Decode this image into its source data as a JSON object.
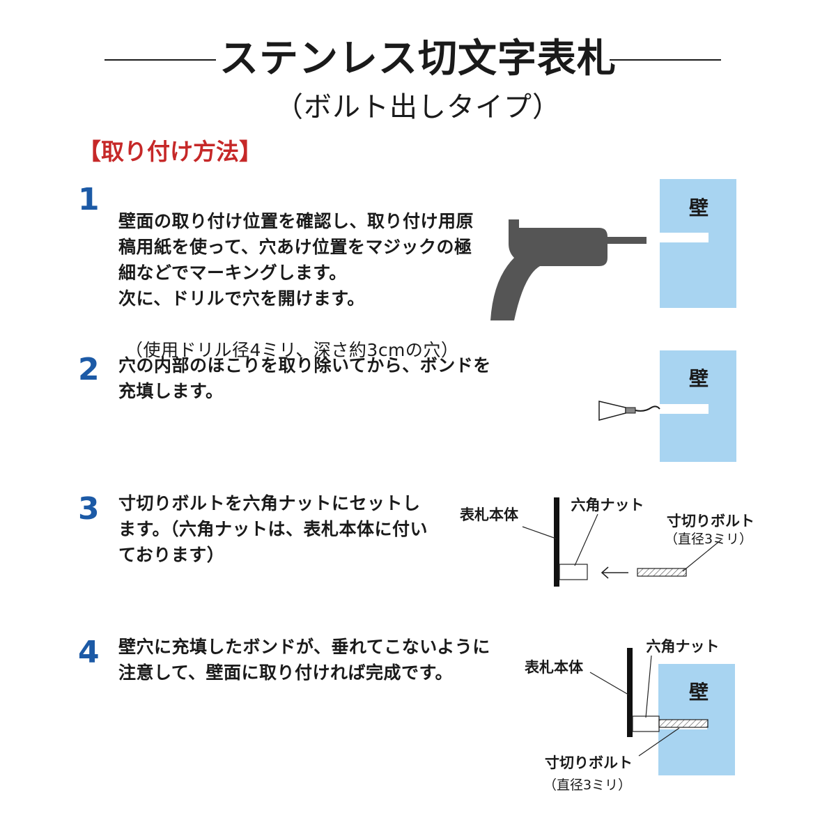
{
  "header": {
    "title": "ステンレス切文字表札",
    "subtitle": "（ボルト出しタイプ）"
  },
  "section_heading": "【取り付け方法】",
  "colors": {
    "accent_red": "#c62828",
    "step_blue": "#1c5aa6",
    "wall_blue": "#a8d4f1",
    "drill_gray": "#555555"
  },
  "steps": [
    {
      "number": "1",
      "text": "壁面の取り付け位置を確認し、取り付け用原\n稿用紙を使って、穴あけ位置をマジックの極\n細などでマーキングします。\n次に、ドリルで穴を開けます。",
      "note": "（使用ドリル径4ミリ、深さ約3cmの穴）"
    },
    {
      "number": "2",
      "text": "穴の内部のほこりを取り除いてから、ボンドを\n充填します。"
    },
    {
      "number": "3",
      "text": "寸切りボルトを六角ナットにセットし\nます。（六角ナットは、表札本体に付い\nております）"
    },
    {
      "number": "4",
      "text": "壁穴に充填したボンドが、垂れてこないように\n注意して、壁面に取り付ければ完成です。"
    }
  ],
  "diagrams": {
    "wall_label": "壁",
    "plate_label": "表札本体",
    "nut_label": "六角ナット",
    "bolt_label": "寸切りボルト",
    "bolt_diameter": "（直径3ミリ）",
    "arrow_icon": "left-arrow-icon"
  }
}
